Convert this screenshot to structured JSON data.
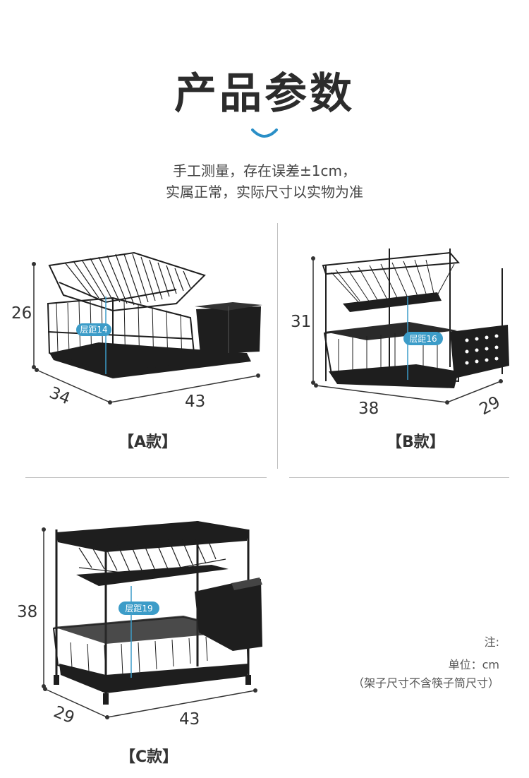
{
  "header": {
    "title": "产品参数",
    "intro_line1": "手工测量，存在误差±1cm，",
    "intro_line2": "实属正常，实际尺寸以实物为准"
  },
  "products": [
    {
      "label": "【A款】",
      "height": "26",
      "depth": "34",
      "width": "43",
      "layer_gap": "层距14"
    },
    {
      "label": "【B款】",
      "height": "31",
      "depth": "29",
      "width": "38",
      "layer_gap": "层距16"
    },
    {
      "label": "【C款】",
      "height": "38",
      "depth": "29",
      "width": "43",
      "layer_gap": "层距19"
    }
  ],
  "notes": {
    "title": "注:",
    "unit": "单位：cm",
    "remark": "（架子尺寸不含筷子筒尺寸）"
  },
  "colors": {
    "accent": "#2a8fc7",
    "badge": "#3c9cc8",
    "rack": "#1e1e1e"
  }
}
